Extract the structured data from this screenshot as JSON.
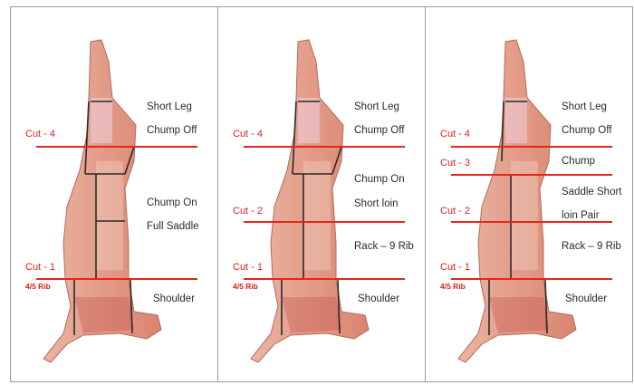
{
  "colors": {
    "cut_line": "#e5261c",
    "cut_text": "#e0201a",
    "meat_base": "#e9a99a",
    "fat": "#f4dccf",
    "outline": "#2a2a2a"
  },
  "panels": [
    {
      "labels": [
        "Short Leg",
        "Chump Off",
        "Chump On",
        "Full Saddle",
        "Shoulder"
      ],
      "cuts": [
        "Cut - 4",
        "Cut - 1"
      ],
      "rib": "4/5 Rib"
    },
    {
      "labels": [
        "Short Leg",
        "Chump Off",
        "Chump On",
        "Short loin",
        "Rack – 9 Rib",
        "Shoulder"
      ],
      "cuts": [
        "Cut - 4",
        "Cut - 2",
        "Cut - 1"
      ],
      "rib": "4/5 Rib"
    },
    {
      "labels": [
        "Short Leg",
        "Chump Off",
        "Chump",
        "Saddle Short",
        "loin Pair",
        "Rack – 9 Rib",
        "Shoulder"
      ],
      "cuts": [
        "Cut - 4",
        "Cut - 3",
        "Cut - 2",
        "Cut - 1"
      ],
      "rib": "4/5 Rib"
    }
  ]
}
